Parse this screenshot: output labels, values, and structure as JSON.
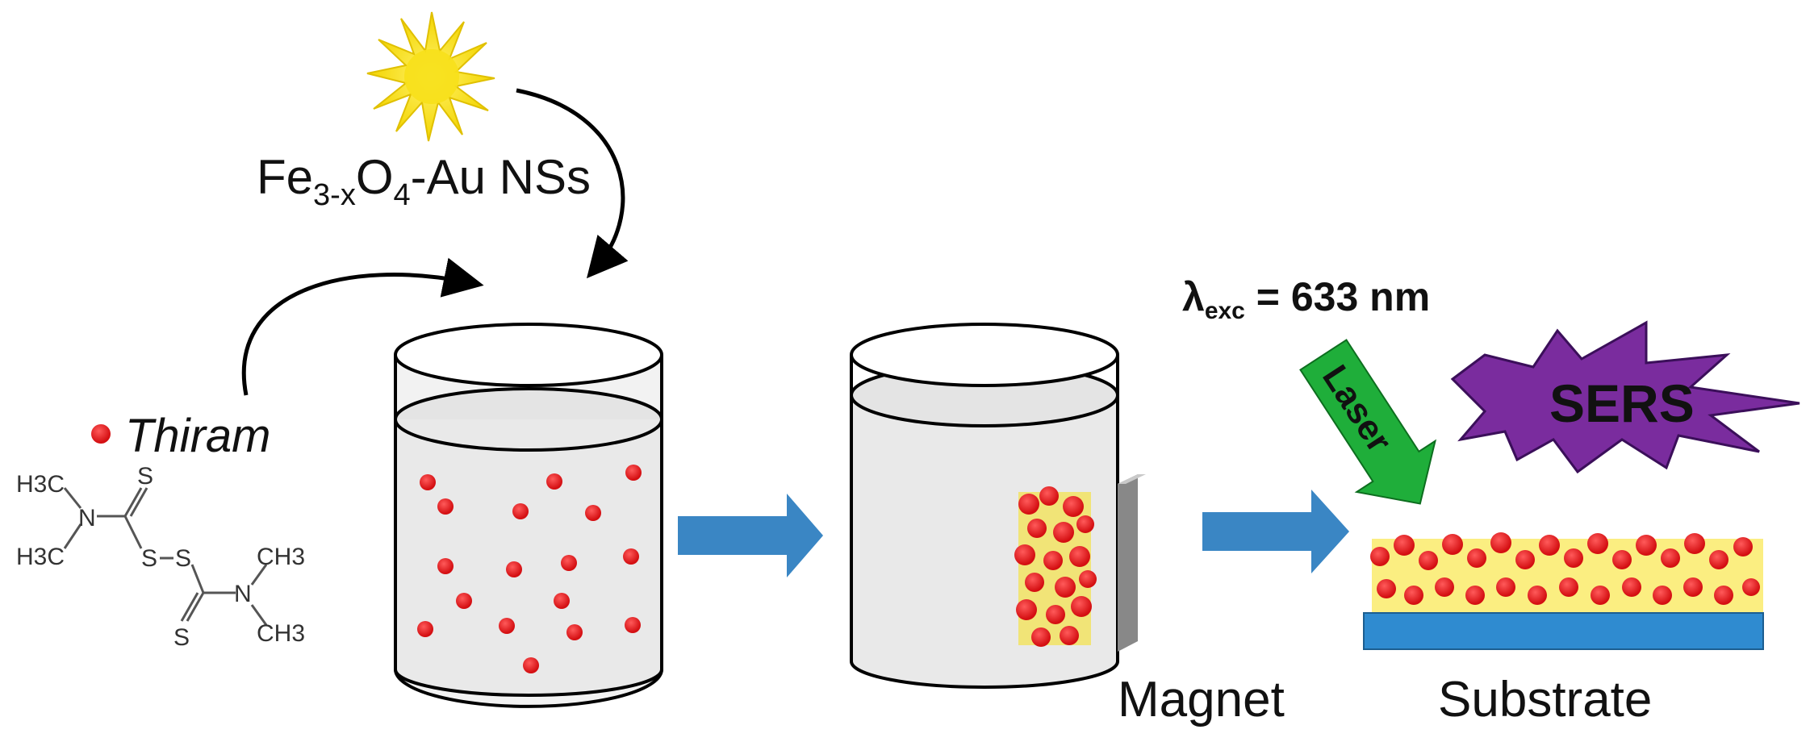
{
  "labels": {
    "nanostar_name": "Fe",
    "nanostar_sub1": "3-x",
    "nanostar_mid": "O",
    "nanostar_sub2": "4",
    "nanostar_rest": "-Au NSs",
    "thiram": "Thiram",
    "lambda_symbol": "λ",
    "lambda_sub": "exc",
    "lambda_value": " = 633 nm",
    "laser": "Laser",
    "sers": "SERS",
    "magnet": "Magnet",
    "substrate": "Substrate"
  },
  "molecule": {
    "h3c_top": "H3C",
    "h3c_bottom": "H3C",
    "n_left": "N",
    "s_top": "S",
    "s_link_left": "S",
    "s_link_right": "S",
    "n_right": "N",
    "s_bottom": "S",
    "ch3_top": "CH3",
    "ch3_bottom": "CH3"
  },
  "colors": {
    "particle_red": "#e8191c",
    "arrow_blue": "#3a86c4",
    "laser_green": "#1fae3a",
    "sers_purple": "#7a2c9e",
    "substrate_blue": "#2f8bd0",
    "star_yellow": "#f7e01a",
    "magnet_gray": "#a8a8a8"
  }
}
